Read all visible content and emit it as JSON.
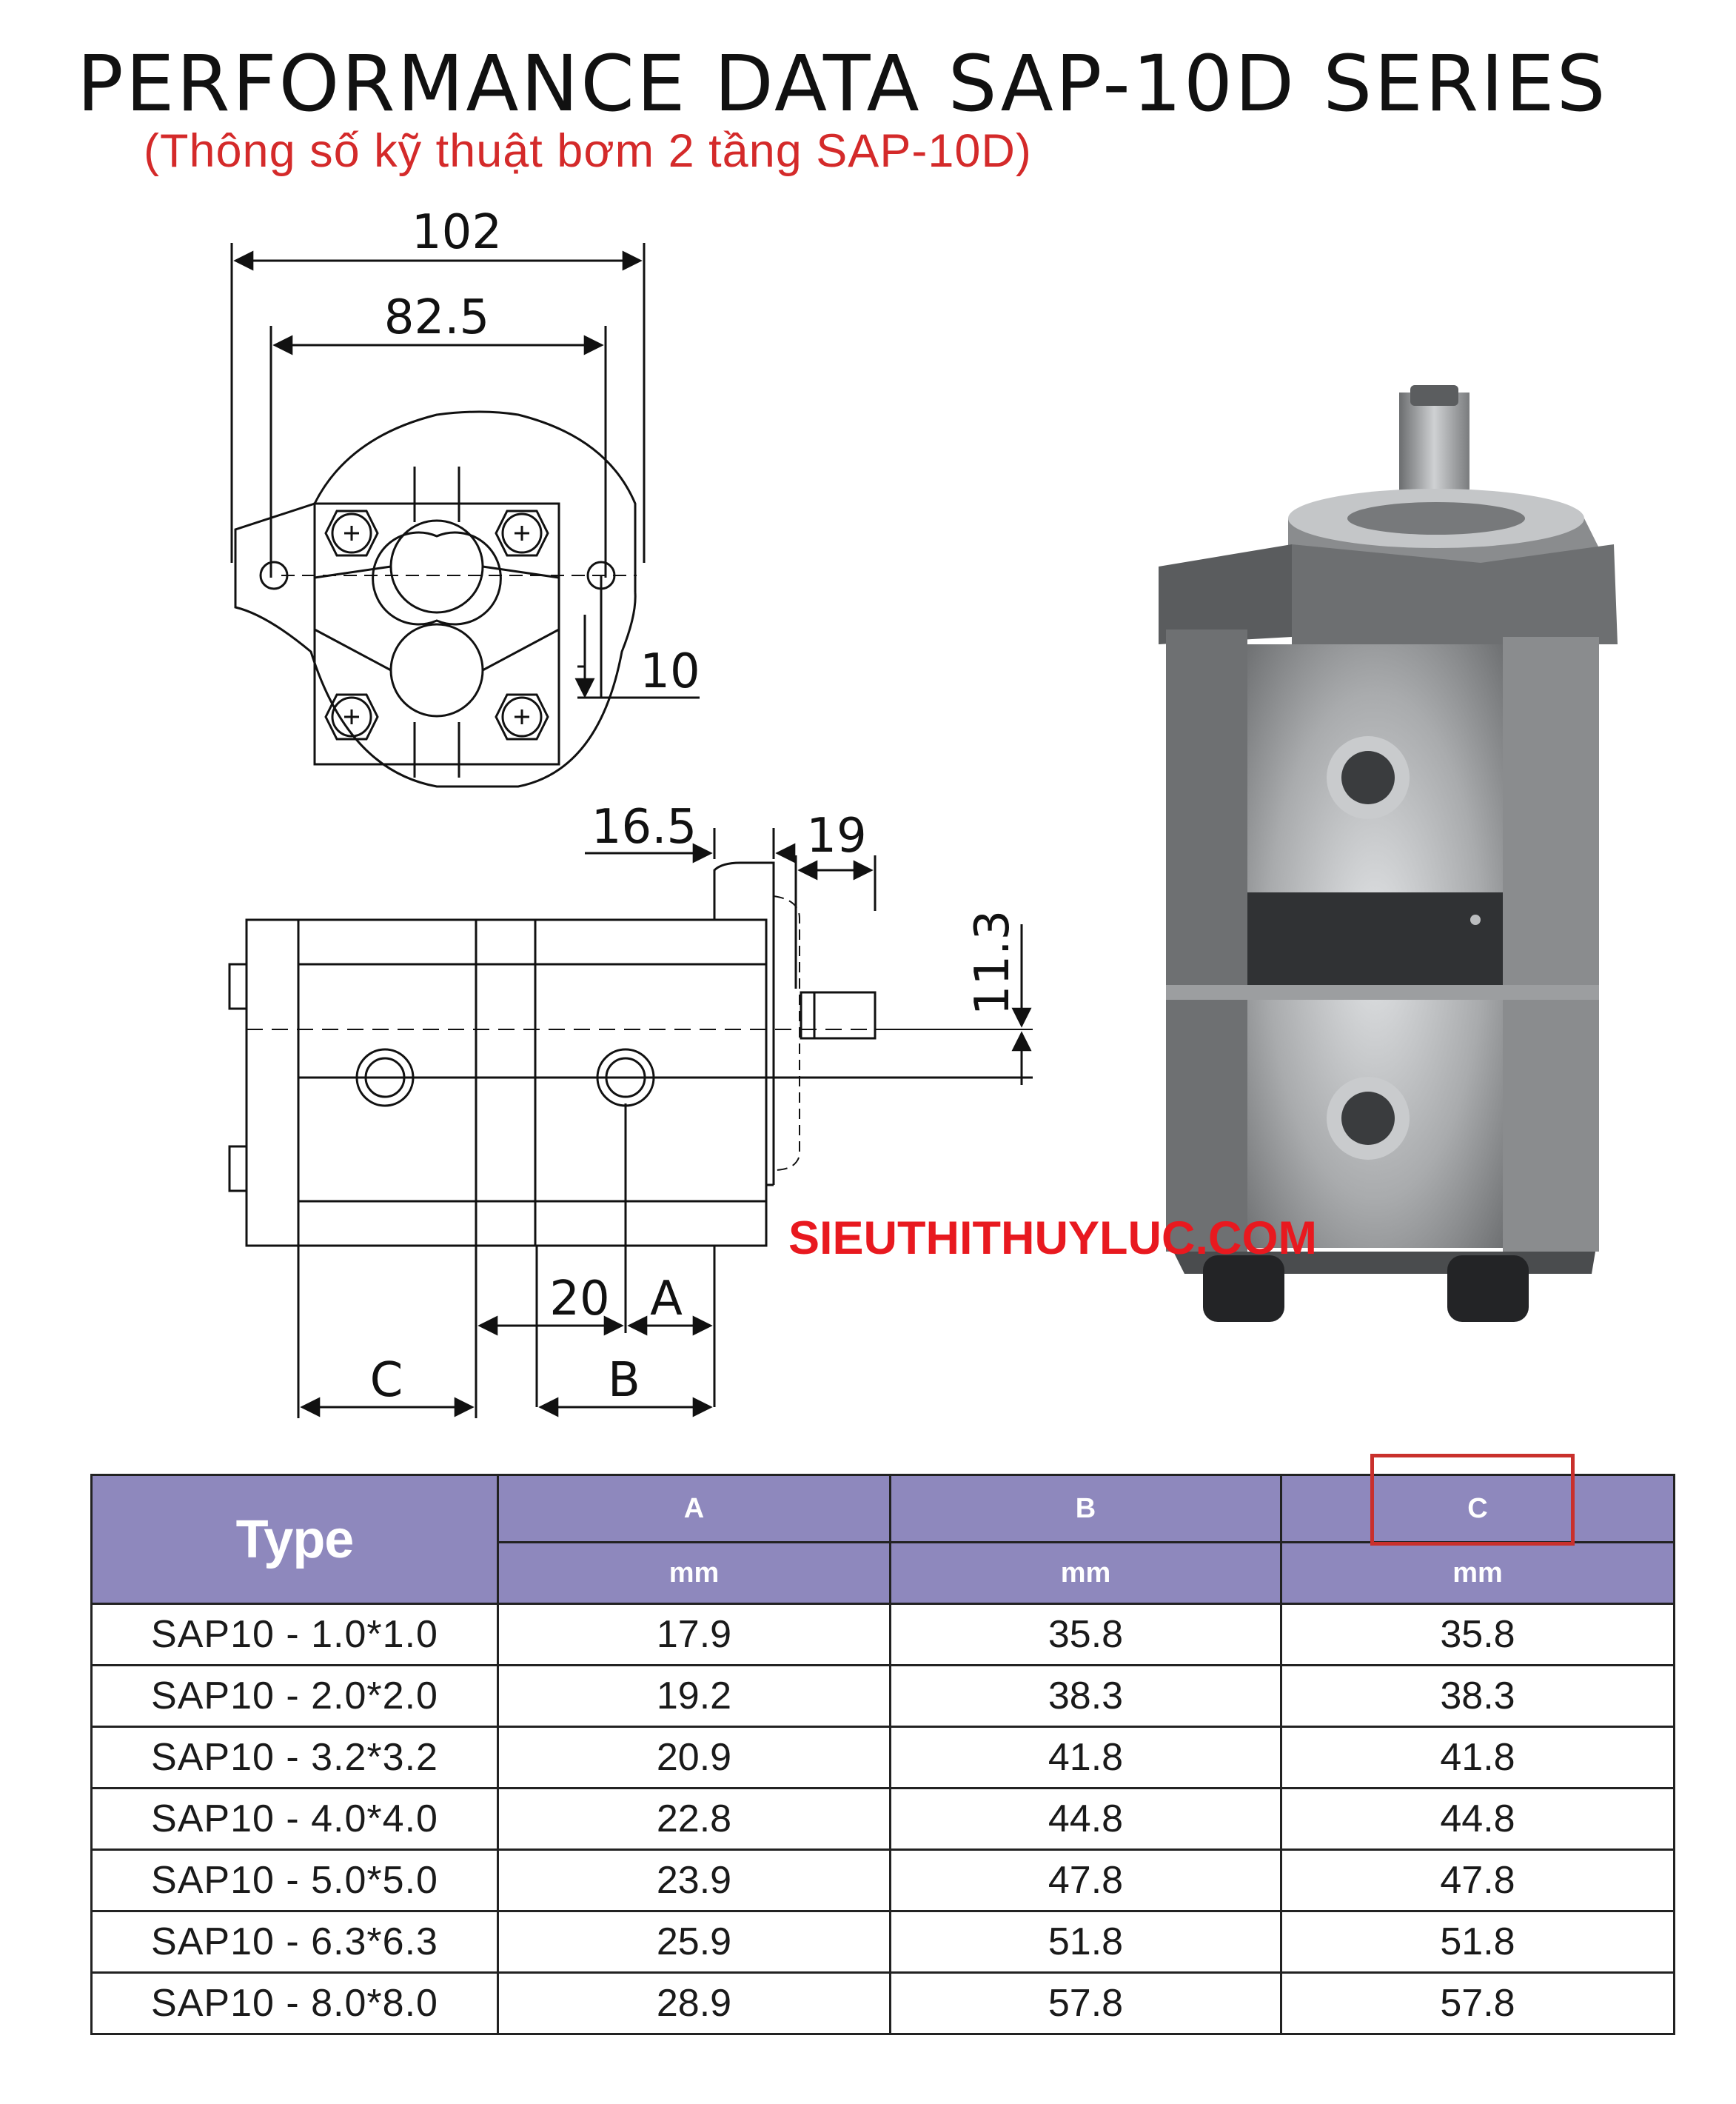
{
  "header": {
    "title": "PERFORMANCE DATA SAP-10D SERIES",
    "subtitle": "(Thông số kỹ thuật bơm 2 tầng SAP-10D)"
  },
  "drawing": {
    "dims": {
      "d102": "102",
      "d82_5": "82.5",
      "d10": "10",
      "d16_5": "16.5",
      "d19": "19",
      "d11_3": "11.3",
      "d20": "20",
      "dA": "A",
      "dB": "B",
      "dC": "C"
    }
  },
  "watermark": "SIEUTHITHUYLUC.COM",
  "table": {
    "type_header": "Type",
    "columns": [
      {
        "label": "A",
        "unit": "mm"
      },
      {
        "label": "B",
        "unit": "mm"
      },
      {
        "label": "C",
        "unit": "mm"
      }
    ],
    "rows": [
      {
        "type": "SAP10 - 1.0*1.0",
        "a": "17.9",
        "b": "35.8",
        "c": "35.8"
      },
      {
        "type": "SAP10 - 2.0*2.0",
        "a": "19.2",
        "b": "38.3",
        "c": "38.3"
      },
      {
        "type": "SAP10 - 3.2*3.2",
        "a": "20.9",
        "b": "41.8",
        "c": "41.8"
      },
      {
        "type": "SAP10 - 4.0*4.0",
        "a": "22.8",
        "b": "44.8",
        "c": "44.8"
      },
      {
        "type": "SAP10 - 5.0*5.0",
        "a": "23.9",
        "b": "47.8",
        "c": "47.8"
      },
      {
        "type": "SAP10 - 6.3*6.3",
        "a": "25.9",
        "b": "51.8",
        "c": "51.8"
      },
      {
        "type": "SAP10 - 8.0*8.0",
        "a": "28.9",
        "b": "57.8",
        "c": "57.8"
      }
    ]
  }
}
